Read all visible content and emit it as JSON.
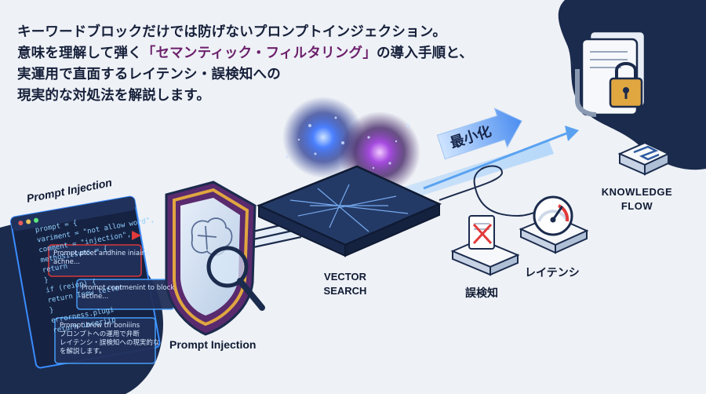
{
  "headline": [
    {
      "before": "キーワードブロックだけでは防げないプロンプトインジェクション。",
      "highlight": "",
      "after": ""
    },
    {
      "before": "意味を理解して弾く",
      "highlight": "「セマンティック・フィルタリング」",
      "after": "の導入手順と、"
    },
    {
      "before": "実運用で直面するレイテンシ・誤検知への",
      "highlight": "",
      "after": ""
    },
    {
      "before": "現実的な対処法を解説します。",
      "highlight": "",
      "after": ""
    }
  ],
  "labels": {
    "knowledge_flow": "KNOWLEDGE\nFLOW",
    "vector_search": "VECTOR\nSEARCH",
    "prompt_injection": "Prompt Injection",
    "prompt_injection_tilted": "Prompt Injection",
    "false_positive": "誤検知",
    "latency": "レイテンシ",
    "minimize_badge": "最小化"
  },
  "code_lines": [
    "prompt = {",
    "  variment = \"not allow word\",",
    "  comment = \"injection\",",
    "  methositsums = {",
    "    return",
    "  }",
    "  if (reiop) {",
    "    return Inew letter",
    "  }",
    "  errorness.plugi",
    "  return inceriip"
  ],
  "popups": [
    [
      "Prompt ptcet andhine iniaine",
      "achne..."
    ],
    [
      "Prompt contmenint to block",
      "actine..."
    ],
    [
      "Prompt brow tfr boniiins",
      "プロンプトへの運用で弁断",
      "レイテンシ・誤検知への現実的な",
      "を解説します。"
    ]
  ],
  "colors": {
    "navy": "#1b2b4d",
    "headline_highlight": "#6b1f6a",
    "shield_gold": "#e0a640",
    "shield_purple": "#5a2a6e",
    "glow_blue": "#3a6dff",
    "glow_purple": "#b04bd9",
    "warning_red": "#e23a3a"
  },
  "icons": [
    "shield-brain-icon",
    "magnifier-icon",
    "document-lock-icon",
    "gate-logo-icon",
    "document-x-icon",
    "speedometer-icon",
    "arrow-icon"
  ]
}
